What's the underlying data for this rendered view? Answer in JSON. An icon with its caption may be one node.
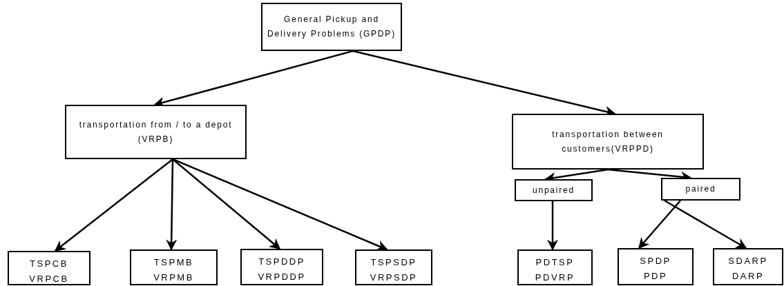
{
  "diagram": {
    "nodes": [
      {
        "text": [
          "General Pickup and Delivery Problems (GPDP)"
        ]
      },
      {
        "text": [
          "transportation from / to a depot (VRPB)"
        ]
      },
      {
        "text": [
          "transportation between customers(VRPPD)"
        ]
      },
      {
        "text": [
          "unpaired"
        ]
      },
      {
        "text": [
          "paired"
        ]
      },
      {
        "text": [
          "TSPCB",
          "VRPCB"
        ]
      },
      {
        "text": [
          "TSPMB",
          "VRPMB"
        ]
      },
      {
        "text": [
          "TSPDDP",
          "VRPDDP"
        ]
      },
      {
        "text": [
          "TSPSDP",
          "VRPSDP"
        ]
      },
      {
        "text": [
          "PDTSP",
          "PDVRP"
        ]
      },
      {
        "text": [
          "SPDP",
          "PDP"
        ]
      },
      {
        "text": [
          "SDARP",
          "DARP"
        ]
      }
    ],
    "edges": [
      {
        "from": 0,
        "to": 1,
        "arrow": "to"
      },
      {
        "from": 0,
        "to": 2,
        "arrow": "to"
      },
      {
        "from": 1,
        "to": 5,
        "arrow": "to"
      },
      {
        "from": 1,
        "to": 6,
        "arrow": "to"
      },
      {
        "from": 1,
        "to": 7,
        "arrow": "to"
      },
      {
        "from": 1,
        "to": 8,
        "arrow": "to"
      },
      {
        "from": 2,
        "to": 3,
        "arrow": "to"
      },
      {
        "from": 2,
        "to": 4,
        "arrow": "to"
      },
      {
        "from": 3,
        "to": 9,
        "arrow": "to"
      },
      {
        "from": 4,
        "to": 10,
        "arrow": "to"
      },
      {
        "from": 4,
        "to": 11,
        "arrow": "to"
      }
    ]
  }
}
